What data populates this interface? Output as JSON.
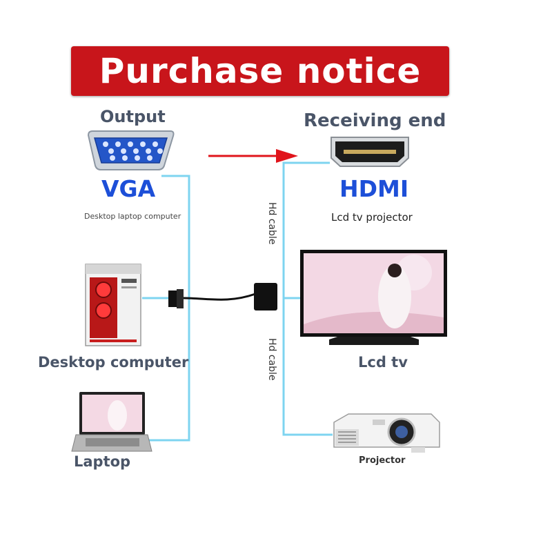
{
  "banner": {
    "title": "Purchase notice"
  },
  "source": {
    "heading": "Output",
    "connector": "VGA",
    "devices_caption": "Desktop laptop computer"
  },
  "target": {
    "heading": "Receiving end",
    "connector": "HDMI",
    "devices_caption": "Lcd tv projector"
  },
  "cables": {
    "upper": "Hd cable",
    "lower": "Hd cable"
  },
  "devices": {
    "desktop": "Desktop computer",
    "laptop": "Laptop",
    "tv": "Lcd tv",
    "projector": "Projector"
  },
  "colors": {
    "banner": "#c8151b",
    "arrow": "#e0141b",
    "wire": "#7ed4f0",
    "blue_label": "#1d4fd8",
    "gray_label": "#4a5568"
  }
}
